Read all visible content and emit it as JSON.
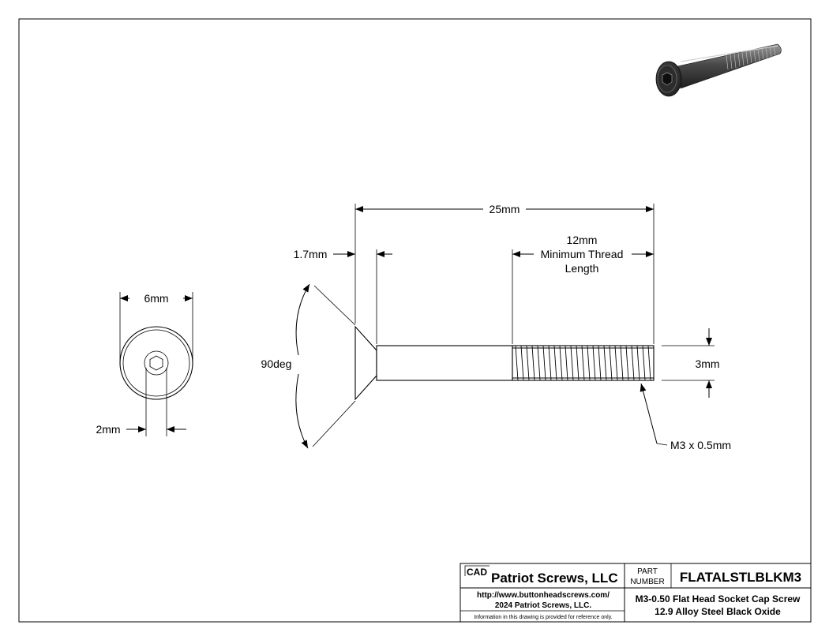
{
  "dimensions": {
    "overall_length": "25mm",
    "head_height": "1.7mm",
    "thread_length_line1": "12mm",
    "thread_length_line2": "Minimum Thread",
    "thread_length_line3": "Length",
    "head_angle": "90deg",
    "shank_diameter": "3mm",
    "thread_spec": "M3 x 0.5mm",
    "head_diameter": "6mm",
    "socket_size": "2mm"
  },
  "title_block": {
    "cad_label": "CAD",
    "company": "Patriot Screws, LLC",
    "part_label_line1": "PART",
    "part_label_line2": "NUMBER",
    "part_number": "FLATALSTLBLKM3",
    "website": "http://www.buttonheadscrews.com/",
    "copyright": "2024 Patriot Screws, LLC.",
    "description_line1": "M3-0.50 Flat Head Socket Cap Screw",
    "description_line2": "12.9 Alloy Steel Black Oxide",
    "disclaimer": "Information in this drawing is provided for reference only."
  },
  "colors": {
    "line": "#000000",
    "iso_body": "#3a3a3a",
    "iso_highlight": "#8a8a8a"
  }
}
